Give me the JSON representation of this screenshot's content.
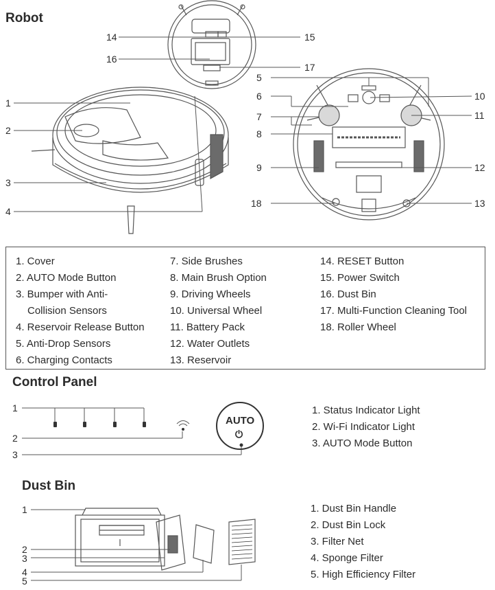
{
  "sections": {
    "robot": "Robot",
    "control_panel": "Control Panel",
    "dust_bin": "Dust Bin"
  },
  "robot_callouts": [
    "1",
    "2",
    "3",
    "4",
    "5",
    "6",
    "7",
    "8",
    "9",
    "10",
    "11",
    "12",
    "13",
    "14",
    "15",
    "16",
    "17",
    "18"
  ],
  "parts_legend": {
    "col1": [
      "1. Cover",
      "2. AUTO Mode Button",
      "3. Bumper with Anti-",
      "Collision Sensors",
      "4. Reservoir Release Button",
      "5. Anti-Drop Sensors",
      "6. Charging Contacts"
    ],
    "col2": [
      "7. Side Brushes",
      "8. Main Brush Option",
      "9. Driving Wheels",
      "10.  Universal Wheel",
      "11.  Battery Pack",
      "12.  Water Outlets",
      "13. Reservoir"
    ],
    "col3": [
      "14. RESET Button",
      "15. Power Switch",
      "16. Dust Bin",
      "17. Multi-Function Cleaning Tool",
      "18. Roller Wheel"
    ]
  },
  "control_panel": {
    "callouts": [
      "1",
      "2",
      "3"
    ],
    "button_label": "AUTO",
    "power_glyph": "⏻",
    "legend": [
      "1. Status Indicator Light",
      "2. Wi-Fi Indicator Light",
      "3. AUTO Mode Button"
    ]
  },
  "dust_bin": {
    "callouts": [
      "1",
      "2",
      "3",
      "4",
      "5"
    ],
    "legend": [
      "1. Dust Bin Handle",
      "2. Dust Bin Lock",
      "3. Filter Net",
      "4. Sponge Filter",
      "5. High Efficiency Filter"
    ]
  },
  "colors": {
    "ink": "#2b2b2b",
    "line": "#555555",
    "fill_light": "#d9d9d9",
    "fill_dark": "#6b6b6b"
  }
}
